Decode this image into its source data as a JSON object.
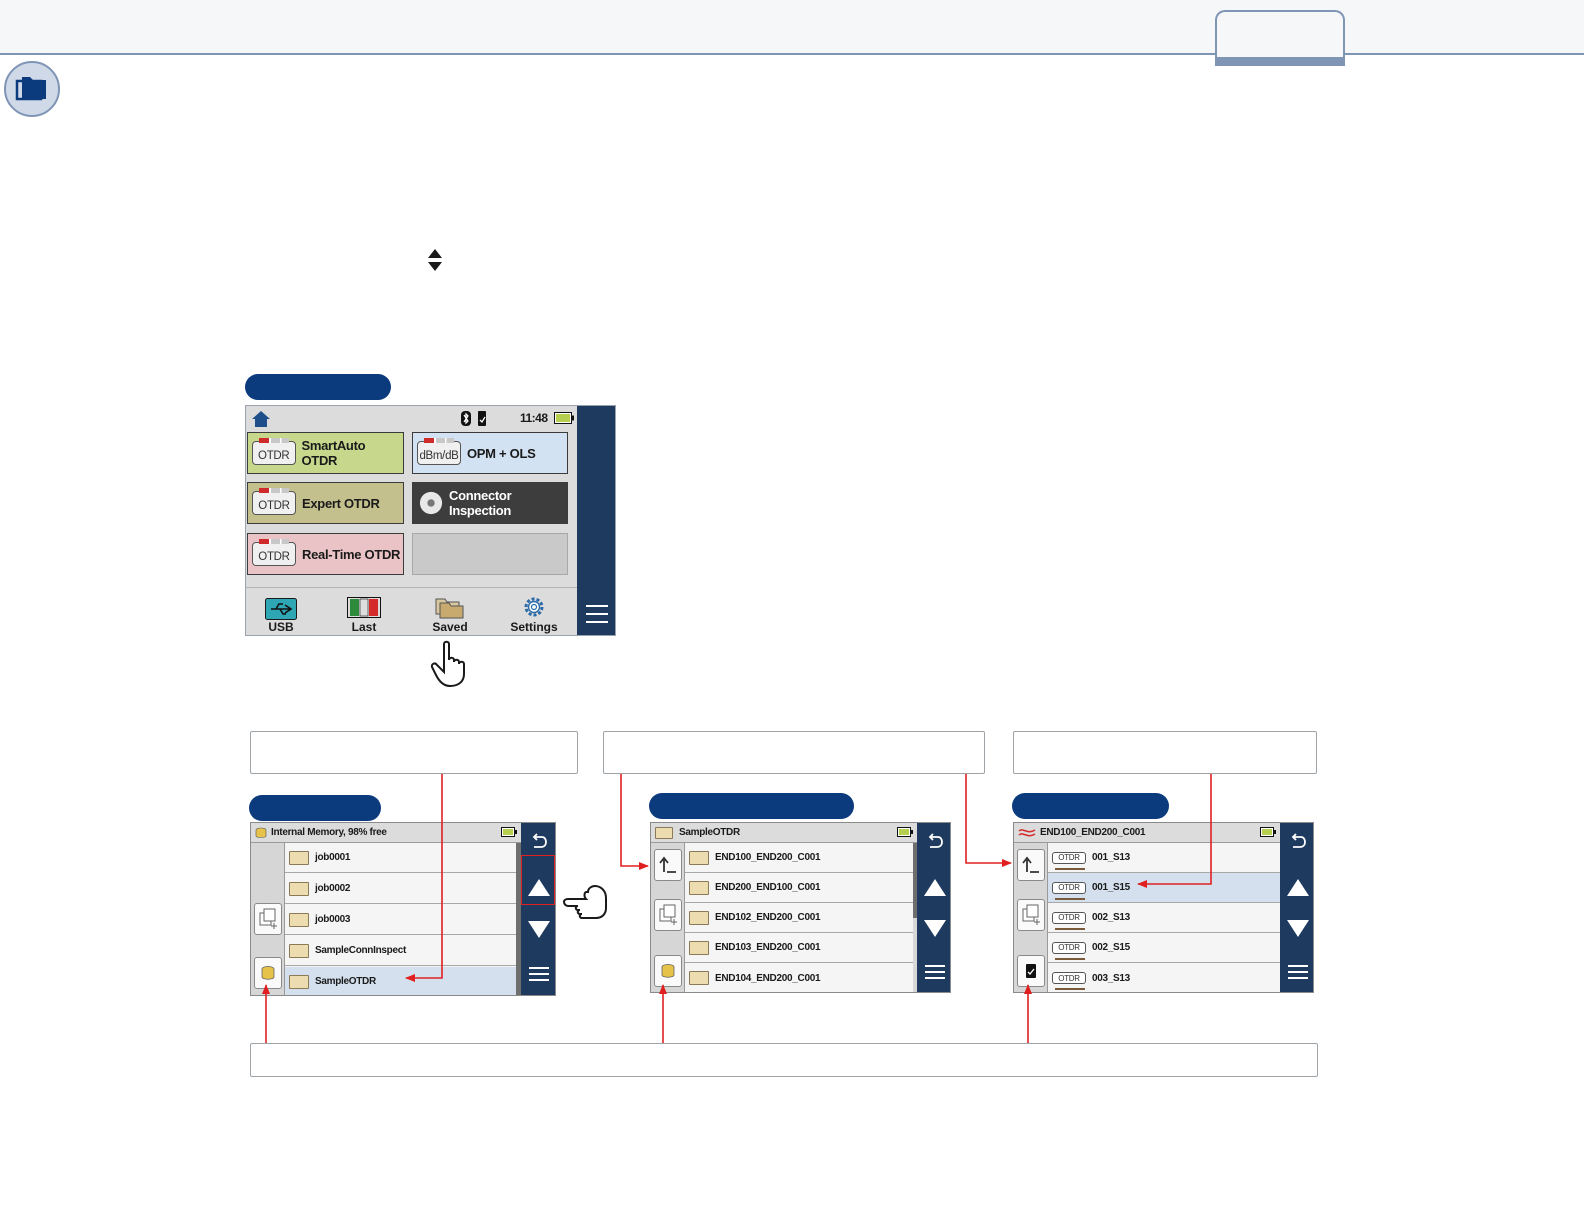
{
  "home_screen": {
    "status_time": "11:48",
    "tiles": [
      {
        "icon": "OTDR",
        "label": "SmartAuto OTDR",
        "color": "#c7d88c"
      },
      {
        "icon": "dBm/dB",
        "label": "OPM + OLS",
        "color": "#d3e2f2"
      },
      {
        "icon": "OTDR",
        "label": "Expert OTDR",
        "color": "#c4c08e"
      },
      {
        "icon": "",
        "label": "Connector Inspection",
        "color": "#3d3d3d"
      },
      {
        "icon": "OTDR",
        "label": "Real-Time OTDR",
        "color": "#e9c3c6"
      }
    ],
    "bottom": [
      "USB",
      "Last",
      "Saved",
      "Settings"
    ]
  },
  "panel_a": {
    "title": "Internal Memory, 98% free",
    "rows": [
      "job0001",
      "job0002",
      "job0003",
      "SampleConnInspect",
      "SampleOTDR"
    ]
  },
  "panel_b": {
    "title": "SampleOTDR",
    "rows": [
      "END100_END200_C001",
      "END200_END100_C001",
      "END102_END200_C001",
      "END103_END200_C001",
      "END104_END200_C001"
    ]
  },
  "panel_c": {
    "title": "END100_END200_C001",
    "row_icon": "OTDR",
    "rows": [
      "001_S13",
      "001_S15",
      "002_S13",
      "002_S15",
      "003_S13"
    ]
  }
}
